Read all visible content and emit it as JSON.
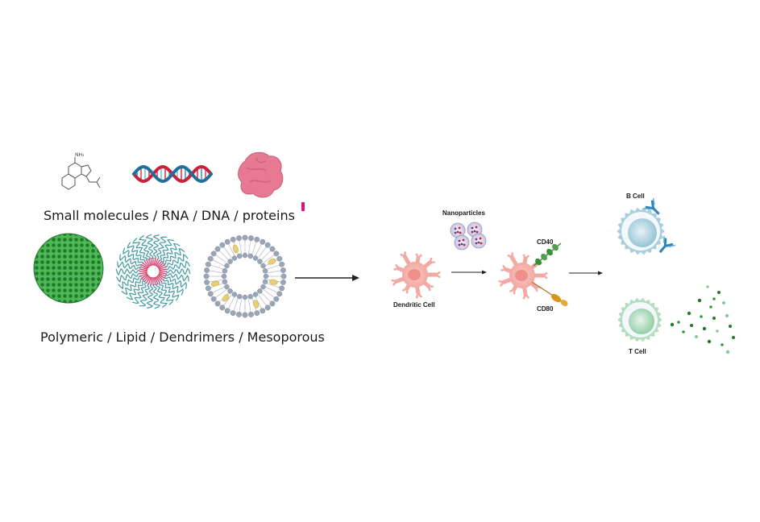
{
  "cargo": {
    "caption": "Small molecules / RNA / DNA / proteins",
    "molecule_label": "NH₂",
    "items": [
      "small-molecule-icon",
      "dna-helix-icon",
      "protein-icon"
    ]
  },
  "carriers": {
    "caption": "Polymeric / Lipid /  Dendrimers / Mesoporous",
    "items": [
      "polymeric-nanoparticle-icon",
      "dendrimer-icon",
      "liposome-icon"
    ]
  },
  "pathway": {
    "nanoparticles": "Nanoparticles",
    "dendritic_cell": "Dendritic Cell",
    "cd40": "CD40",
    "cd80": "CD80",
    "b_cell": "B Cell",
    "t_cell": "T Cell"
  },
  "colors": {
    "dendritic": "#f4b6b0",
    "dendritic_core": "#ee8f8a",
    "b_cell": "#a9cfdd",
    "t_cell": "#b3dcc0",
    "polymer": "#2f9a3a",
    "dna_red": "#c8213a",
    "dna_blue": "#1f6e9c",
    "protein": "#e77993",
    "cd40": "#3a8e3a",
    "cd80": "#d8951e",
    "antibody": "#2a86b8",
    "accent_mark": "#d6177a"
  }
}
